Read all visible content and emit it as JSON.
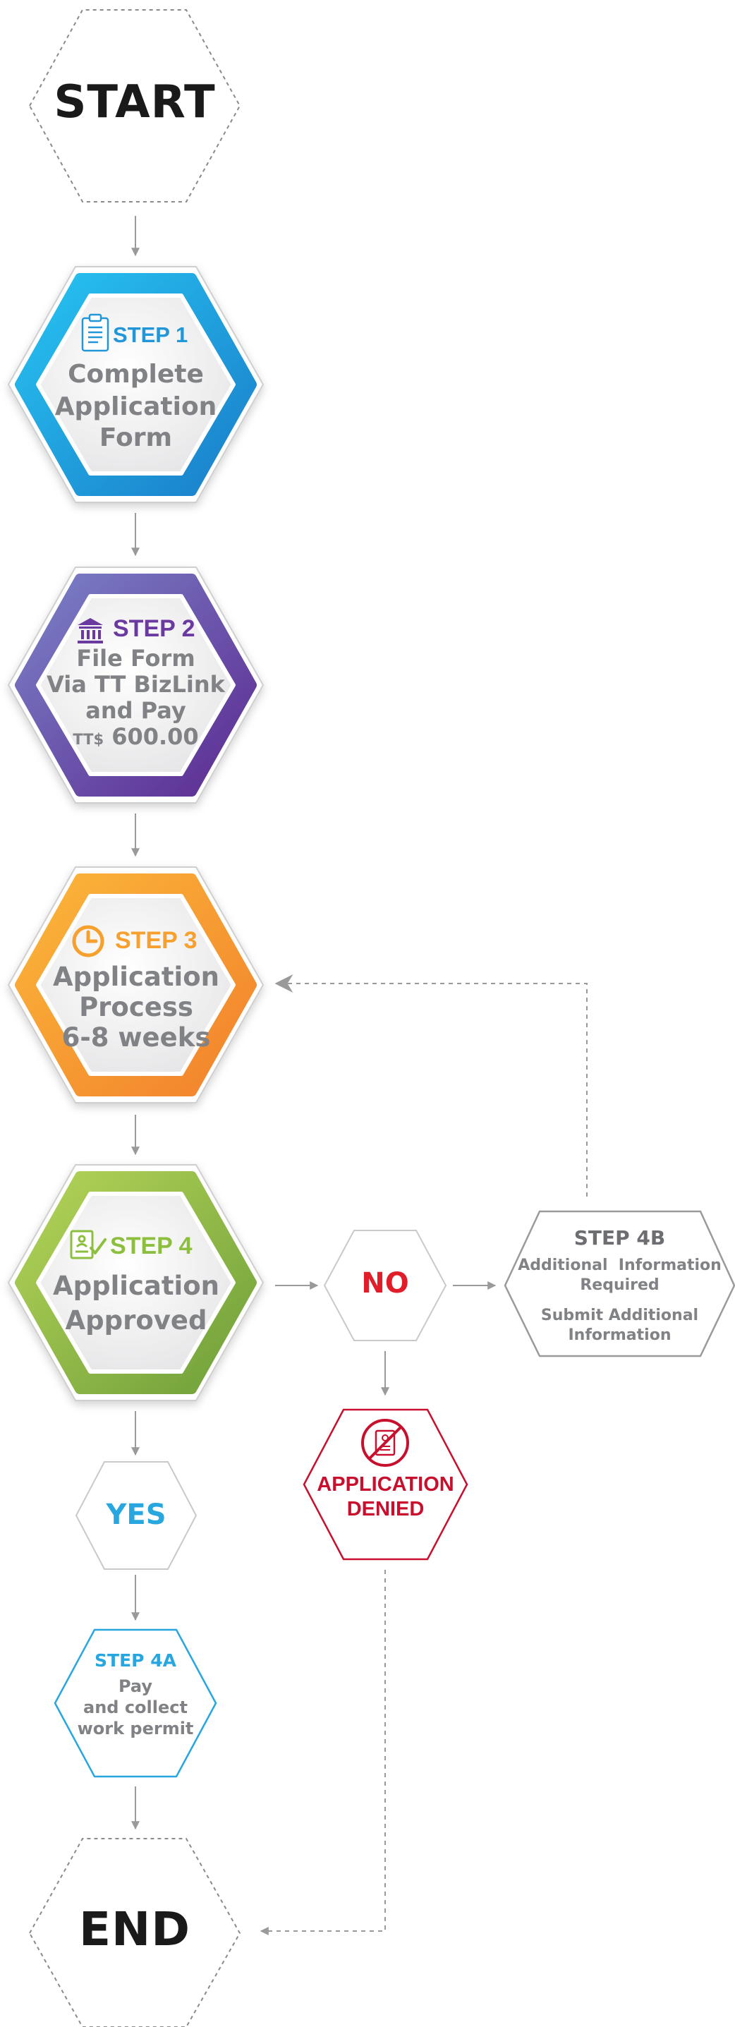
{
  "start": {
    "label": "START"
  },
  "step1": {
    "title": "STEP 1",
    "lines": [
      "Complete",
      "Application",
      "Form"
    ]
  },
  "step2": {
    "title": "STEP 2",
    "lines": [
      "File Form",
      "Via TT BizLink",
      "and Pay"
    ],
    "currency": "TT$",
    "amount": "600.00"
  },
  "step3": {
    "title": "STEP 3",
    "lines": [
      "Application",
      "Process",
      "6-8 weeks"
    ]
  },
  "step4": {
    "title": "STEP 4",
    "lines": [
      "Application",
      "Approved"
    ]
  },
  "no": {
    "label": "NO"
  },
  "step4b": {
    "title": "STEP 4B",
    "line1": "Additional  Information",
    "line2": "Required",
    "line3": "Submit Additional",
    "line4": "Information"
  },
  "denied": {
    "line1": "APPLICATION",
    "line2": "DENIED"
  },
  "yes": {
    "label": "YES"
  },
  "step4a": {
    "title": "STEP 4A",
    "line1": "Pay",
    "line2": "and collect",
    "line3": "work permit"
  },
  "end": {
    "label": "END"
  },
  "colors": {
    "step1": "#2196d8",
    "step2": "#6a3aa0",
    "step3": "#f7a02d",
    "step4": "#8dbf3e",
    "denied": "#c8102e",
    "yes": "#27a6e0",
    "text_gray": "#808285",
    "black": "#1a1a1a"
  },
  "icons": {
    "step1": "clipboard-icon",
    "step2": "bank-icon",
    "step3": "clock-icon",
    "step4": "approved-document-icon",
    "denied": "no-document-icon"
  }
}
